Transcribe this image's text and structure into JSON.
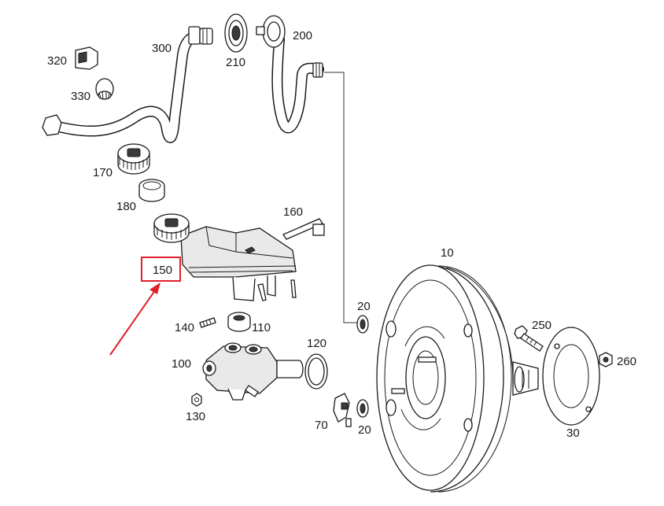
{
  "diagram": {
    "labels": {
      "p10": "10",
      "p20a": "20",
      "p20b": "20",
      "p30": "30",
      "p70": "70",
      "p100": "100",
      "p110": "110",
      "p120": "120",
      "p130": "130",
      "p140": "140",
      "p150": "150",
      "p160": "160",
      "p170": "170",
      "p180": "180",
      "p200": "200",
      "p210": "210",
      "p250": "250",
      "p260": "260",
      "p300": "300",
      "p320": "320",
      "p330": "330"
    },
    "highlight": {
      "part": "150",
      "color": "#e0202a"
    }
  }
}
